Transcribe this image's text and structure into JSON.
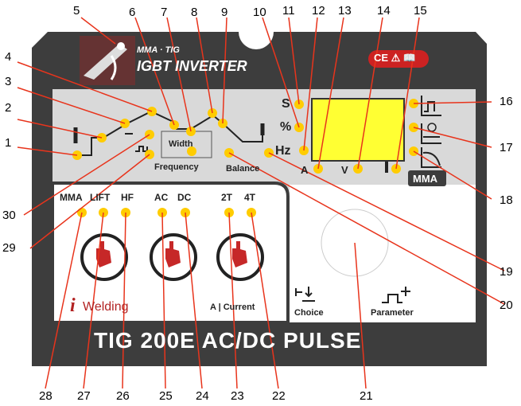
{
  "panel": {
    "brand_top": "MMA · TIG",
    "brand_main": "IGBT INVERTER",
    "model_title": "TIG 200E AC/DC PULSE",
    "logo_letter": "i",
    "logo_word": "Welding",
    "warning_marks": "CE ⚠ 📖",
    "colors": {
      "panel": "#3d3d3d",
      "face": "#d9d9d9",
      "led": "#ffcc00",
      "display": "#ffff33",
      "logo_red": "#b22222",
      "line": "#e8341c"
    }
  },
  "param_labels": {
    "width": "Width",
    "frequency": "Frequency",
    "balance": "Balance",
    "s": "S",
    "percent": "%",
    "hz": "Hz",
    "a": "A",
    "v": "V",
    "mma_badge": "MMA"
  },
  "mode_labels": {
    "mma": "MMA",
    "lift": "LIFT",
    "hf": "HF",
    "ac": "AC",
    "dc": "DC",
    "t2": "2T",
    "t4": "4T",
    "current": "A | Current",
    "choice": "Choice",
    "parameter": "Parameter"
  },
  "callouts": [
    "1",
    "2",
    "3",
    "4",
    "5",
    "6",
    "7",
    "8",
    "9",
    "10",
    "11",
    "12",
    "13",
    "14",
    "15",
    "16",
    "17",
    "18",
    "19",
    "20",
    "21",
    "22",
    "23",
    "24",
    "25",
    "26",
    "27",
    "28",
    "29",
    "30"
  ]
}
